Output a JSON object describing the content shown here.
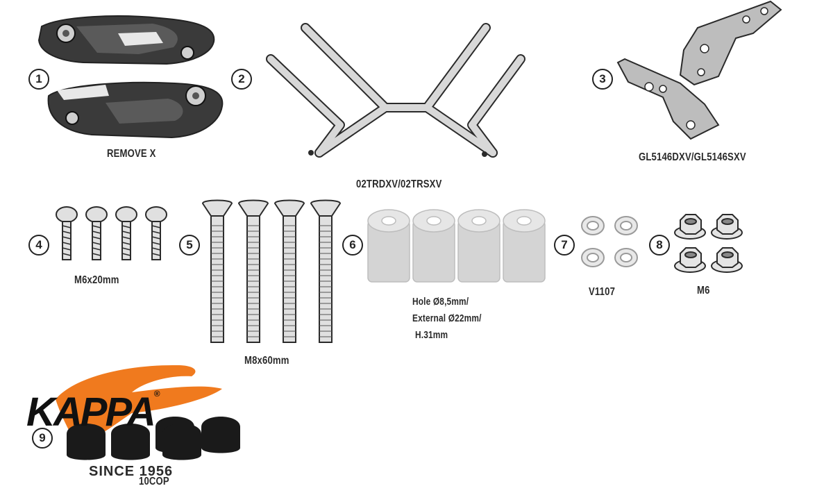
{
  "items": [
    {
      "number": "1",
      "label": "REMOVE X"
    },
    {
      "number": "2",
      "label": "02TRDXV/02TRSXV"
    },
    {
      "number": "3",
      "label": "GL5146DXV/GL5146SXV"
    },
    {
      "number": "4",
      "label": "M6x20mm"
    },
    {
      "number": "5",
      "label": "M8x60mm"
    },
    {
      "number": "6",
      "label_lines": [
        "Hole Ø8,5mm/",
        "External Ø22mm/",
        "H.31mm"
      ]
    },
    {
      "number": "7",
      "label": "V1107"
    },
    {
      "number": "8",
      "label": "M6"
    },
    {
      "number": "9",
      "label": "10COP"
    }
  ],
  "logo": {
    "brand": "KAPPA",
    "registered": "®",
    "tagline": "SINCE 1956",
    "brand_color": "#F07A1E"
  },
  "colors": {
    "line": "#2a2a2a",
    "part_fill": "#d8d8d8",
    "dark": "#1a1a1a"
  }
}
